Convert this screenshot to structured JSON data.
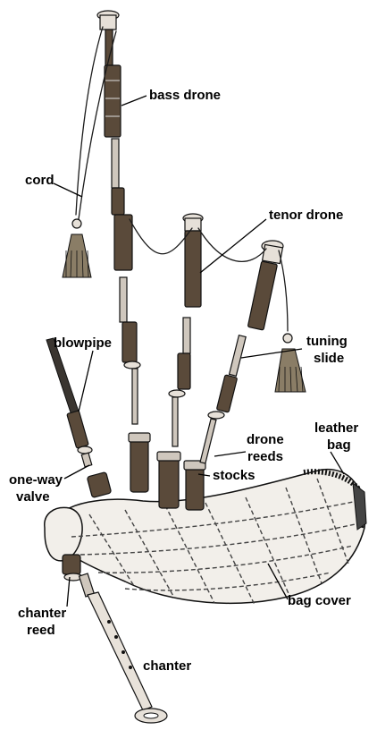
{
  "labels": {
    "bass_drone": "bass drone",
    "cord": "cord",
    "tenor_drone": "tenor drone",
    "blowpipe": "blowpipe",
    "tuning_slide_1": "tuning",
    "tuning_slide_2": "slide",
    "leather_bag_1": "leather",
    "leather_bag_2": "bag",
    "drone_reeds_1": "drone",
    "drone_reeds_2": "reeds",
    "stocks": "stocks",
    "one_way_valve_1": "one-way",
    "one_way_valve_2": "valve",
    "bag_cover": "bag cover",
    "chanter_reed_1": "chanter",
    "chanter_reed_2": "reed",
    "chanter": "chanter"
  }
}
